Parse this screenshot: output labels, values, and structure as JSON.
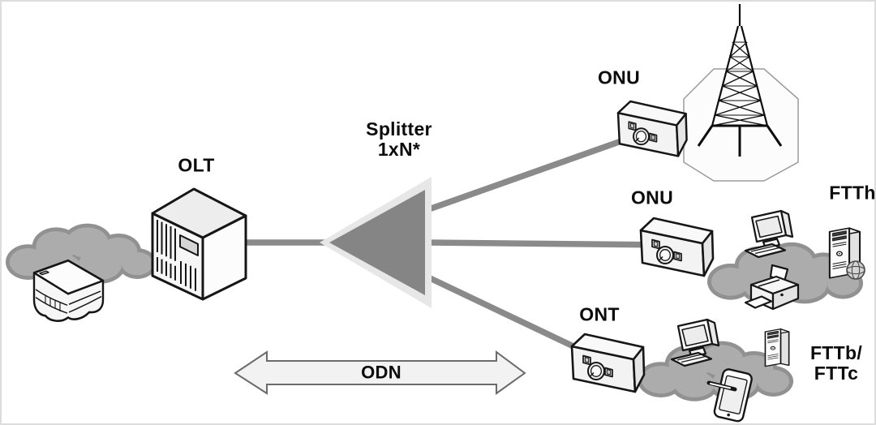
{
  "diagram": {
    "labels": {
      "olt": "OLT",
      "splitter_line1": "Splitter",
      "splitter_line2": "1xN*",
      "onu_wireless": "ONU",
      "onu_ftth": "ONU",
      "ont": "ONT",
      "ftth": "FTTh",
      "fttb_line1": "FTTb/",
      "fttb_line2": "FTTc",
      "odn": "ODN"
    },
    "colors": {
      "background": "#ffffff",
      "frame_border": "#dcdcdc",
      "fiber_line": "#8a8a8a",
      "cloud_fill": "#acacac",
      "cloud_border": "#919191",
      "splitter_fill": "#858585",
      "splitter_border": "#e7e7e7",
      "arrow_fill": "#f2f2f2",
      "arrow_border": "#6b6b6b",
      "outline": "#161616",
      "label_text": "#0c0c0c"
    }
  }
}
